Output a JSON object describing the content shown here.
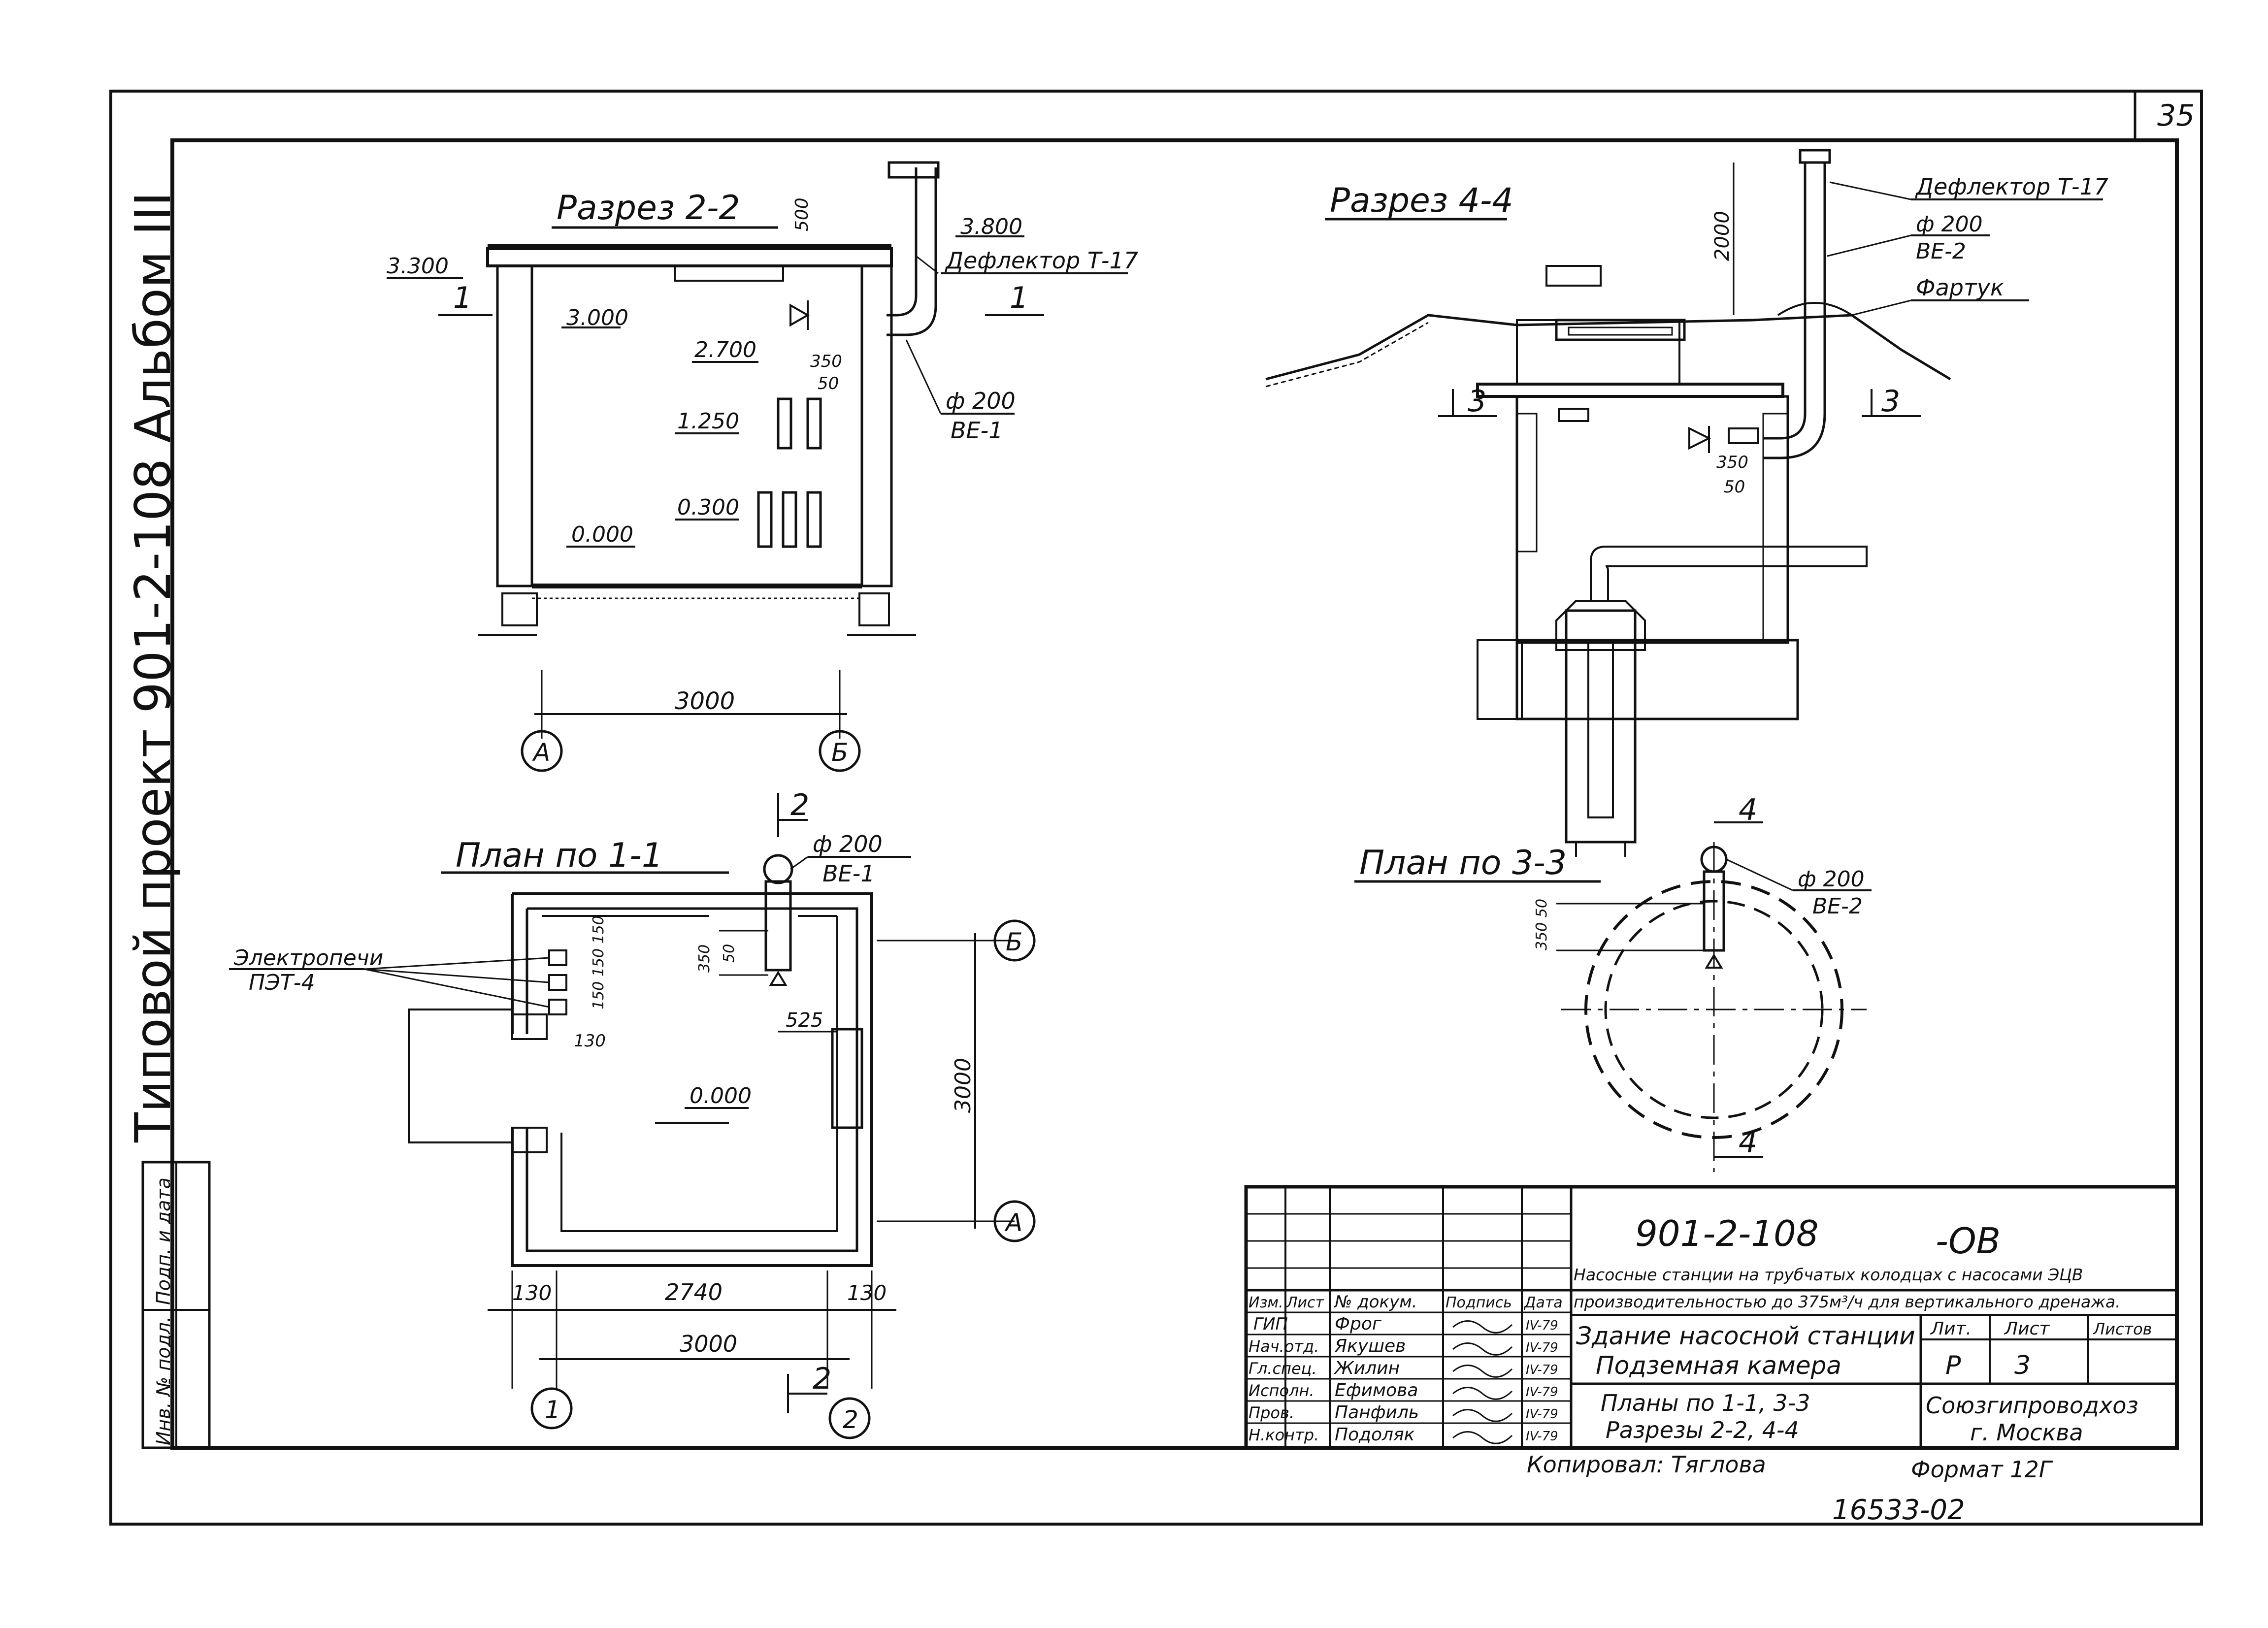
{
  "sheet": {
    "number": "35",
    "album_side": "Типовой проект 901-2-108 Альбом III"
  },
  "section_22": {
    "title": "Разрез 2-2",
    "elev_3300": "3.300",
    "elev_3800": "3.800",
    "elev_3000": "3.000",
    "elev_2700": "2.700",
    "elev_1250": "1.250",
    "elev_0300": "0.300",
    "elev_0000": "0.000",
    "cut_mark": "1",
    "dim_500": "500",
    "dim_350": "350",
    "dim_50": "50",
    "deflector": "Дефлектор Т-17",
    "pipe": "ф 200",
    "pipe_code": "ВЕ-1",
    "dim_width": "3000",
    "axis_a": "А",
    "axis_b": "Б"
  },
  "plan_11": {
    "title": "План по 1-1",
    "cut_mark": "2",
    "pipe": "ф 200",
    "pipe_code": "ВЕ-1",
    "heaters": "Электропечи",
    "heaters_code": "ПЭТ-4",
    "dim_350": "350",
    "dim_50": "50",
    "dim_heat": "150 150 150",
    "dim_130_small": "130",
    "dim_525": "525",
    "elev_0000": "0.000",
    "dim_3000_v": "3000",
    "dim_130_l": "130",
    "dim_2740": "2740",
    "dim_130_r": "130",
    "dim_3000_h": "3000",
    "axis_1": "1",
    "axis_2": "2",
    "axis_a": "А",
    "axis_b": "Б"
  },
  "section_44": {
    "title": "Разрез 4-4",
    "deflector": "Дефлектор Т-17",
    "pipe": "ф 200",
    "pipe_code": "ВЕ-2",
    "apron": "Фартук",
    "dim_2000": "2000",
    "dim_350": "350",
    "dim_50": "50",
    "cut_mark": "3"
  },
  "plan_33": {
    "title": "План по 3-3",
    "cut_mark": "4",
    "pipe": "ф 200",
    "pipe_code": "ВЕ-2",
    "dim_35050": "350 50"
  },
  "title_block": {
    "code": "901-2-108",
    "suffix": "-ОВ",
    "desc_line1": "Насосные станции на трубчатых колодцах с насосами ЭЦВ",
    "desc_line2": "производительностью до 375м³/ч для вертикального дренажа.",
    "headers": [
      "Изм.",
      "Лист",
      "№ докум.",
      "Подпись",
      "Дата"
    ],
    "rows": [
      {
        "role": "ГИП",
        "name": "Фрог",
        "date": "IV-79"
      },
      {
        "role": "Нач.отд.",
        "name": "Якушев",
        "date": "IV-79"
      },
      {
        "role": "Гл.спец.",
        "name": "Жилин",
        "date": "IV-79"
      },
      {
        "role": "Исполн.",
        "name": "Ефимова",
        "date": "IV-79"
      },
      {
        "role": "Пров.",
        "name": "Панфиль",
        "date": "IV-79"
      },
      {
        "role": "Н.контр.",
        "name": "Подоляк",
        "date": "IV-79"
      }
    ],
    "building_line1": "Здание насосной станции",
    "building_line2": "Подземная камера",
    "content_line1": "Планы по 1-1, 3-3",
    "content_line2": "Разрезы 2-2, 4-4",
    "lit_label": "Лит.",
    "list_label": "Лист",
    "lists_label": "Листов",
    "lit_value": "Р",
    "list_value": "3",
    "org_line1": "Союзгипроводхоз",
    "org_line2": "г. Москва",
    "copied": "Копировал: Тяглова",
    "format": "Формат 12Г",
    "inv": "16533-02",
    "side_labels": [
      "Инв. № подл.",
      "Подп. и дата"
    ]
  }
}
